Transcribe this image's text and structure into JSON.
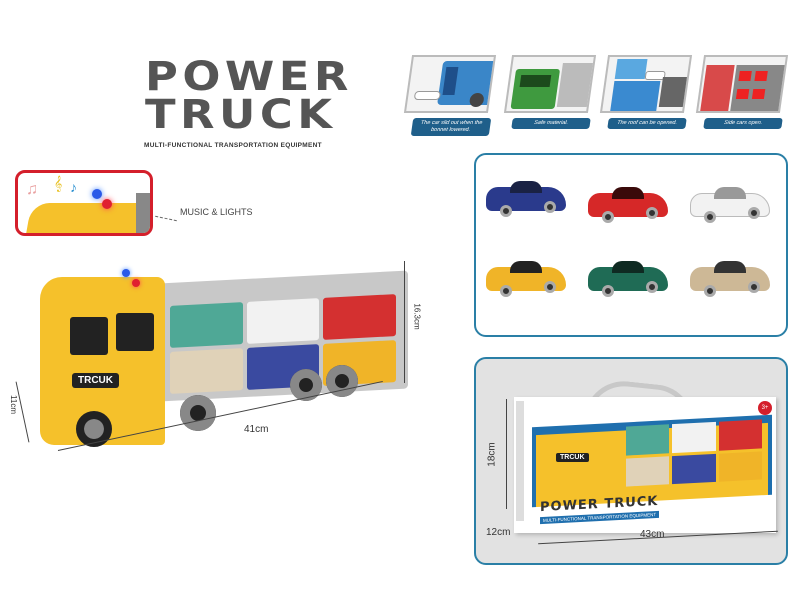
{
  "header": {
    "title_line1": "POWER",
    "title_line2": "TRUCK",
    "subtitle": "MULTI-FUNCTIONAL TRANSPORTATION EQUIPMENT"
  },
  "features": [
    {
      "caption": "The car slid out when the bonnet lowered.",
      "truck_color": "#3a86c8"
    },
    {
      "caption": "Safe material.",
      "truck_color": "#3f9a3f"
    },
    {
      "caption": "The roof can be opened.",
      "truck_color": "#3a8ad0"
    },
    {
      "caption": "Side cars open.",
      "truck_color": "#d84a4a"
    }
  ],
  "callout": {
    "label": "MUSIC & LIGHTS",
    "border_color": "#d41f2b"
  },
  "truck": {
    "cab_label": "TRCUK",
    "dimensions": {
      "length": "41cm",
      "height": "16.3cm",
      "width": "11cm"
    },
    "cab_color": "#f5c12b"
  },
  "cars": [
    {
      "color": "#2a3a8c",
      "name": "blue-car"
    },
    {
      "color": "#d62828",
      "name": "red-car"
    },
    {
      "color": "#f2f2f2",
      "name": "white-car"
    },
    {
      "color": "#f0b428",
      "name": "yellow-car"
    },
    {
      "color": "#1f6b55",
      "name": "green-car"
    },
    {
      "color": "#cdb896",
      "name": "beige-car"
    }
  ],
  "package": {
    "title": "POWER TRUCK",
    "subtitle": "MULTI-FUNCTIONAL TRANSPORTATION EQUIPMENT",
    "cab_label": "TRCUK",
    "age_badge": "3+",
    "dimensions": {
      "height": "18cm",
      "length": "43cm",
      "depth": "12cm"
    }
  },
  "colors": {
    "accent_blue": "#2a7fa6",
    "caption_blue": "#1f5f8a",
    "title_gray": "#555555"
  }
}
